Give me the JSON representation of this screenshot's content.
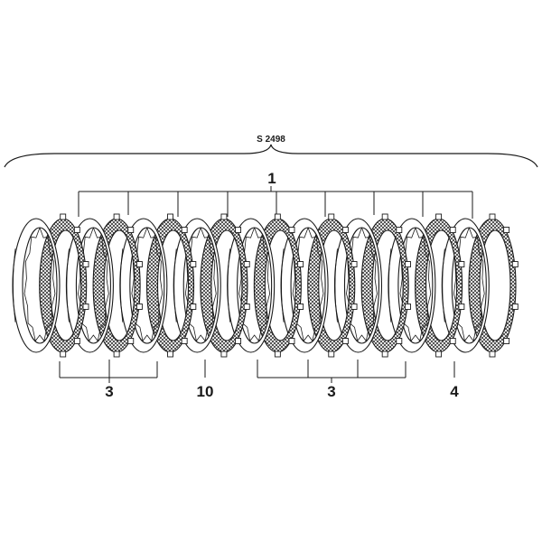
{
  "drawing_code": "S 2498",
  "callouts": {
    "top": "1",
    "bottom_left": "3",
    "bottom_mid": "10",
    "bottom_right": "3",
    "bottom_far_right": "4"
  },
  "disc_sequence": [
    "steel",
    "friction",
    "steel",
    "friction",
    "steel",
    "friction",
    "steel",
    "friction",
    "steel",
    "friction",
    "steel",
    "friction",
    "steel",
    "friction",
    "steel",
    "friction",
    "steel",
    "friction"
  ],
  "colors": {
    "ink": "#1a1a1a",
    "paper": "#ffffff"
  }
}
